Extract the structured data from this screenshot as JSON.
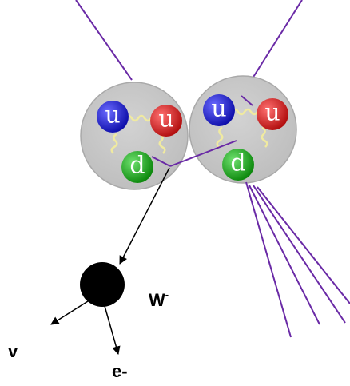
{
  "colors": {
    "background": "#ffffff",
    "proton": "#c6c6c6",
    "proton_edge": "#a9a9a9",
    "quark_blue": "#1414c8",
    "quark_red": "#d41414",
    "quark_green": "#10a010",
    "gluon": "#f0eaa0",
    "track_purple": "#6a2aa6",
    "w_boson": "#000000",
    "arrow": "#000000"
  },
  "protons": [
    {
      "name": "proton-left",
      "quarks": [
        {
          "name": "up-quark",
          "letter": "u",
          "color": "quark_blue"
        },
        {
          "name": "up-quark",
          "letter": "u",
          "color": "quark_red"
        },
        {
          "name": "down-quark",
          "letter": "d",
          "color": "quark_green"
        }
      ]
    },
    {
      "name": "proton-right",
      "quarks": [
        {
          "name": "up-quark",
          "letter": "u",
          "color": "quark_blue"
        },
        {
          "name": "up-quark",
          "letter": "u",
          "color": "quark_red"
        },
        {
          "name": "down-quark",
          "letter": "d",
          "color": "quark_green"
        }
      ]
    }
  ],
  "labels": {
    "w_boson": "W",
    "w_charge": "-",
    "neutrino": "v",
    "electron": "e-"
  }
}
